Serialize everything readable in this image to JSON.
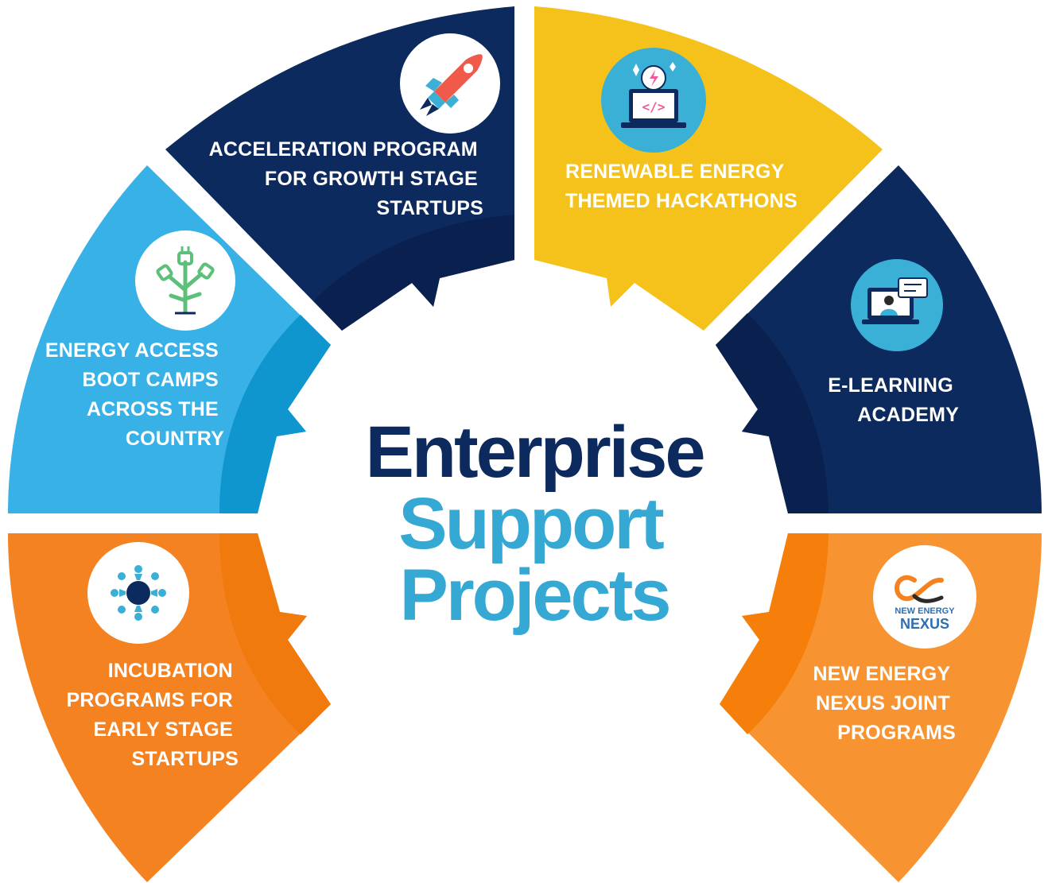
{
  "title": {
    "line1": "Enterprise",
    "line2": "Support",
    "line3": "Projects"
  },
  "colors": {
    "navy": "#0d2a5e",
    "navy_dark": "#0a2150",
    "light_blue": "#38b1e6",
    "light_blue_dark": "#0f96cf",
    "yellow": "#f5c21c",
    "orange": "#f58220",
    "orange_dark": "#f07a0d",
    "teal_title": "#35a8d3",
    "icon_circle_teal": "#3ab0d6"
  },
  "segments": [
    {
      "id": "acceleration",
      "icon": "rocket-icon",
      "color": "navy",
      "lines": [
        "ACCELERATION PROGRAM",
        "FOR GROWTH STAGE",
        "STARTUPS"
      ]
    },
    {
      "id": "hackathons",
      "icon": "laptop-code-bulb-icon",
      "color": "yellow",
      "lines": [
        "RENEWABLE ENERGY",
        "THEMED HACKATHONS"
      ]
    },
    {
      "id": "bootcamps",
      "icon": "plug-tree-icon",
      "color": "light_blue",
      "lines": [
        "ENERGY ACCESS",
        "BOOT CAMPS",
        "ACROSS THE",
        "COUNTRY"
      ]
    },
    {
      "id": "elearning",
      "icon": "video-call-laptop-icon",
      "color": "navy",
      "lines": [
        "E-LEARNING",
        "ACADEMY"
      ]
    },
    {
      "id": "incubation",
      "icon": "network-people-icon",
      "color": "orange",
      "lines": [
        "INCUBATION",
        "PROGRAMS FOR",
        "EARLY STAGE",
        "STARTUPS"
      ]
    },
    {
      "id": "nexus",
      "icon": "new-energy-nexus-logo-icon",
      "color": "orange",
      "lines": [
        "NEW ENERGY",
        "NEXUS JOINT",
        "PROGRAMS"
      ],
      "logo_text": [
        "NEW ENERGY",
        "NEXUS"
      ]
    }
  ]
}
